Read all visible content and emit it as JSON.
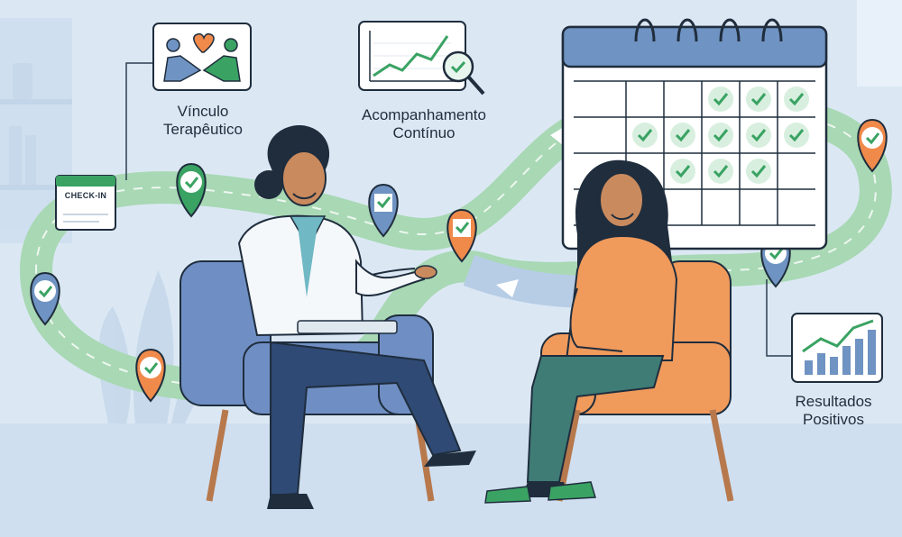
{
  "labels": {
    "vinculo": [
      "Vínculo",
      "Terapêutico"
    ],
    "acompanhamento": [
      "Acompanhamento",
      "Contínuo"
    ],
    "resultados": [
      "Resultados",
      "Positivos"
    ]
  },
  "checkin": "CHECK-IN",
  "colors": {
    "background": "#dbe8f4",
    "path_green": "#a8d8b4",
    "path_blue": "#b7cde6",
    "check_green": "#3aa363",
    "pin_orange": "#f08a4b",
    "pin_blue": "#6f93c2",
    "chair_blue": "#6f8fc4",
    "chair_orange": "#f09a5c"
  },
  "icons": [
    "heart-handshake-icon",
    "growth-chart-magnifier-icon",
    "calendar-checks-icon",
    "bar-chart-growth-icon",
    "check-pin-icon"
  ]
}
